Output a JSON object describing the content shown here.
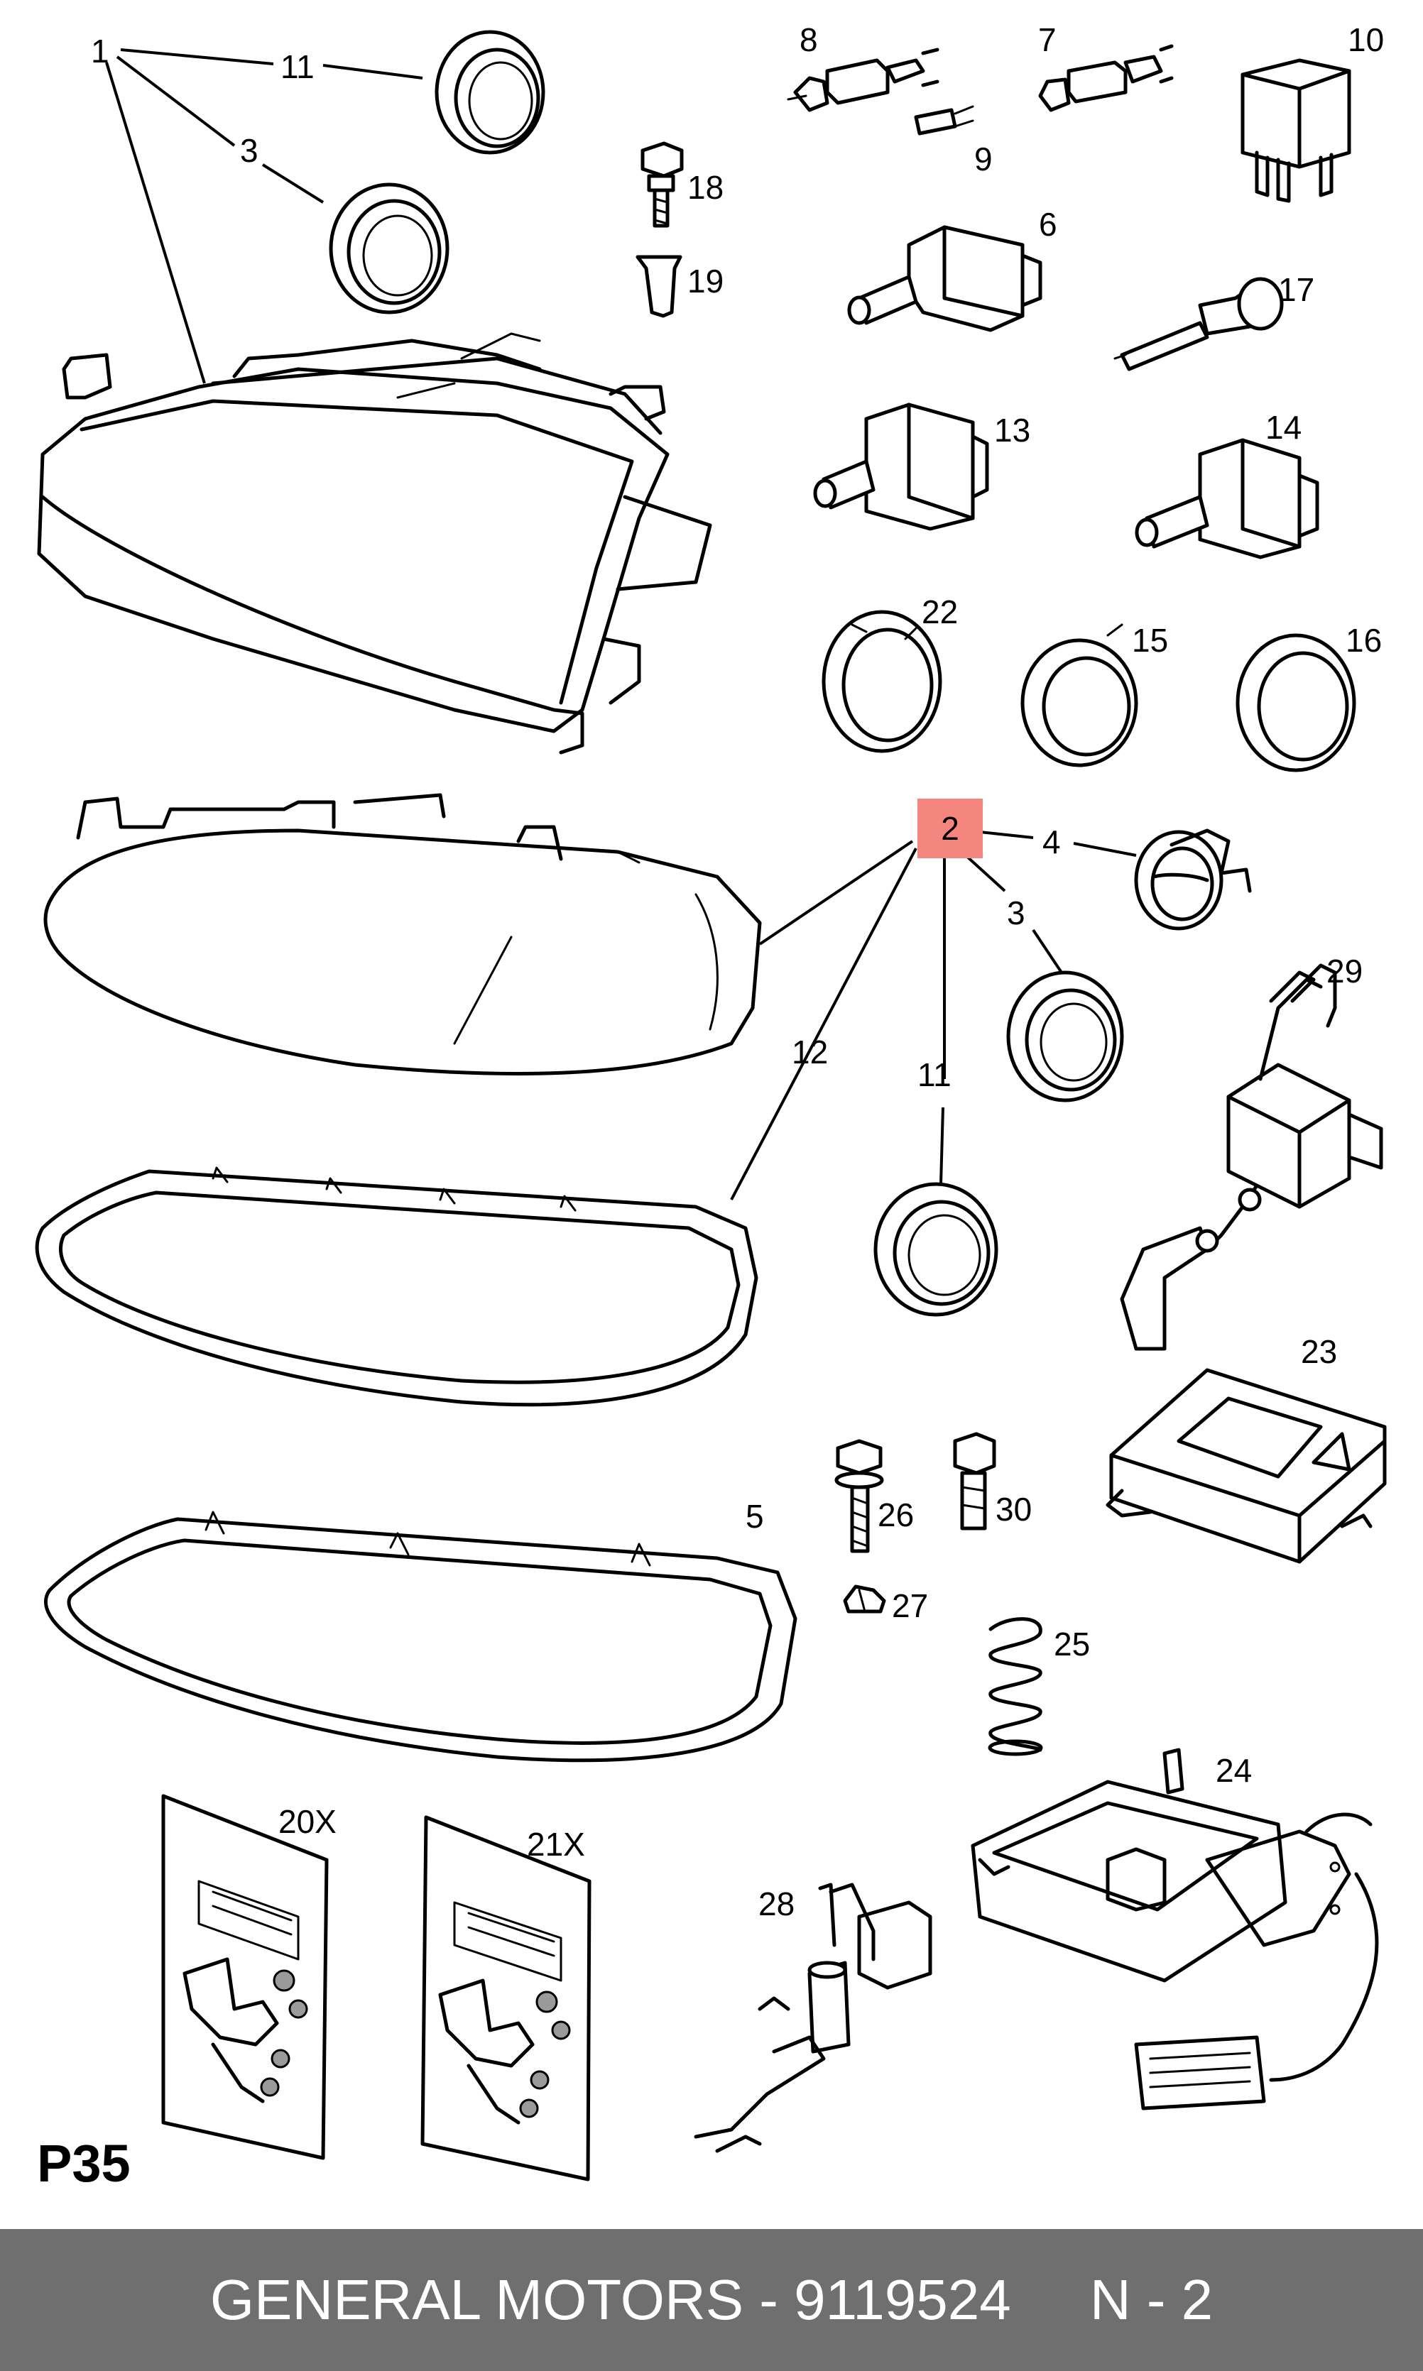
{
  "page": {
    "id": "P35"
  },
  "highlight": {
    "color": "#f4867f",
    "label": "2"
  },
  "callouts": [
    "1",
    "11",
    "3",
    "18",
    "19",
    "8",
    "7",
    "10",
    "9",
    "6",
    "17",
    "13",
    "14",
    "22",
    "15",
    "16",
    "2",
    "4",
    "3",
    "12",
    "11",
    "29",
    "5",
    "23",
    "26",
    "30",
    "27",
    "25",
    "24",
    "20X",
    "21X",
    "28"
  ],
  "footer": {
    "text": "GENERAL MOTORS - 9119524     N - 2",
    "background": "#6f6f70"
  }
}
